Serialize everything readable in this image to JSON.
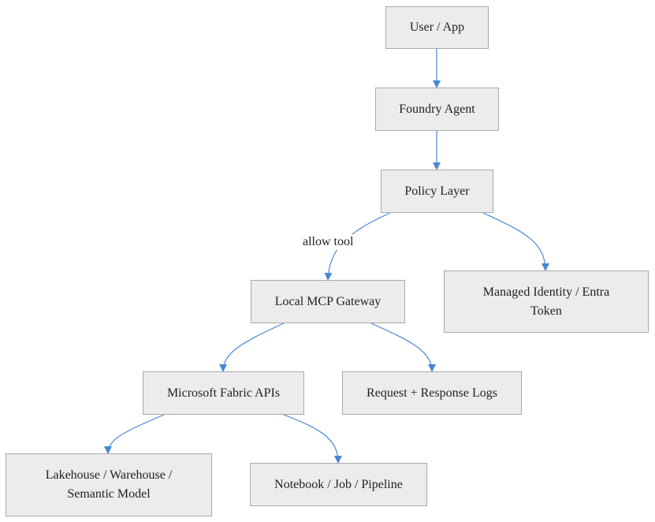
{
  "diagram": {
    "nodes": {
      "user_app": "User / App",
      "foundry_agent": "Foundry Agent",
      "policy_layer": "Policy Layer",
      "managed_identity": "Managed Identity / Entra Token",
      "mcp_gateway": "Local MCP Gateway",
      "fabric_apis": "Microsoft Fabric APIs",
      "logs": "Request + Response Logs",
      "lakehouse": "Lakehouse / Warehouse / Semantic Model",
      "notebook": "Notebook / Job / Pipeline"
    },
    "edges": [
      {
        "from": "user_app",
        "to": "foundry_agent",
        "label": ""
      },
      {
        "from": "foundry_agent",
        "to": "policy_layer",
        "label": ""
      },
      {
        "from": "policy_layer",
        "to": "mcp_gateway",
        "label": "allow tool"
      },
      {
        "from": "policy_layer",
        "to": "managed_identity",
        "label": ""
      },
      {
        "from": "mcp_gateway",
        "to": "fabric_apis",
        "label": ""
      },
      {
        "from": "mcp_gateway",
        "to": "logs",
        "label": ""
      },
      {
        "from": "fabric_apis",
        "to": "lakehouse",
        "label": ""
      },
      {
        "from": "fabric_apis",
        "to": "notebook",
        "label": ""
      }
    ],
    "edge_color": "#4a86d6",
    "node_fill": "#ececec",
    "node_border": "#a9a9a9"
  }
}
